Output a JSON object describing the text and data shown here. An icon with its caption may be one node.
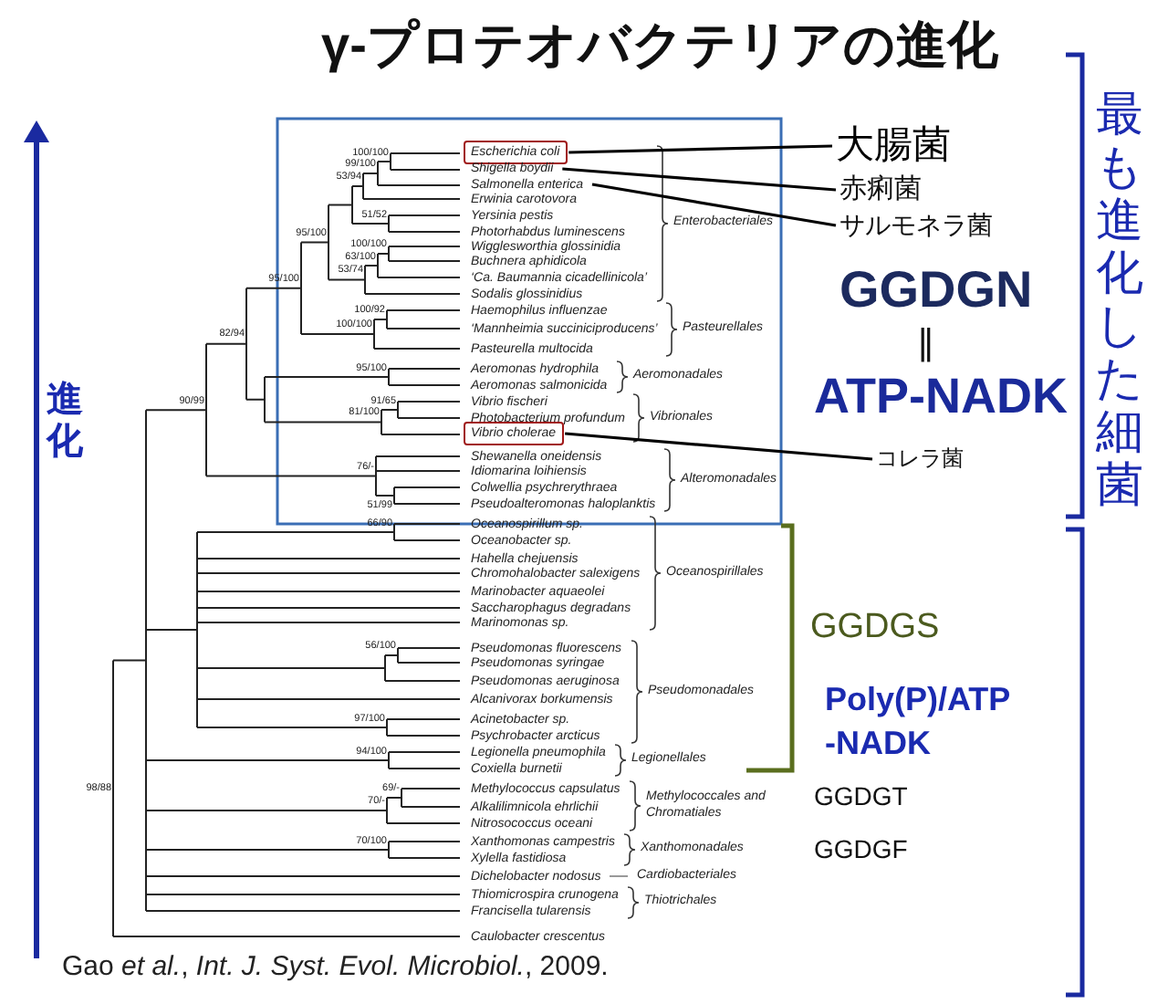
{
  "diagram": {
    "title": "γ-プロテオバクテリアの進化",
    "caption": "Gao *et al.*, *Int. J. Syst. Evol. Microbiol.*, 2009.",
    "nodes": [
      {
        "text": [
          "Escherichia coli"
        ]
      },
      {
        "text": [
          "Shigella boydii"
        ]
      },
      {
        "text": [
          "Salmonella enterica"
        ]
      },
      {
        "text": [
          "Vibrio cholerae"
        ]
      },
      {
        "text": [
          "大腸菌"
        ]
      },
      {
        "text": [
          "赤痢菌"
        ]
      },
      {
        "text": [
          "サルモネラ菌"
        ]
      },
      {
        "text": [
          "コレラ菌"
        ]
      }
    ],
    "edges": [
      {
        "from": 0,
        "to": 4,
        "arrow": "none"
      },
      {
        "from": 1,
        "to": 5,
        "arrow": "none"
      },
      {
        "from": 2,
        "to": 6,
        "arrow": "none"
      },
      {
        "from": 3,
        "to": 7,
        "arrow": "none"
      }
    ],
    "labels": [
      "Erwinia carotovora",
      "Yersinia pestis",
      "Photorhabdus luminescens",
      "Wigglesworthia glossinidia",
      "Buchnera aphidicola",
      "‘Ca. Baumannia cicadellinicola’",
      "Sodalis glossinidius",
      "Haemophilus influenzae",
      "‘Mannheimia succiniciproducens’",
      "Pasteurella multocida",
      "Aeromonas hydrophila",
      "Aeromonas salmonicida",
      "Vibrio fischeri",
      "Photobacterium profundum",
      "Shewanella oneidensis",
      "Idiomarina loihiensis",
      "Colwellia psychrerythraea",
      "Pseudoalteromonas haloplanktis",
      "Oceanospirillum sp.",
      "Oceanobacter sp.",
      "Hahella chejuensis",
      "Chromohalobacter salexigens",
      "Marinobacter aquaeolei",
      "Saccharophagus degradans",
      "Marinomonas sp.",
      "Pseudomonas fluorescens",
      "Pseudomonas syringae",
      "Pseudomonas aeruginosa",
      "Alcanivorax borkumensis",
      "Acinetobacter sp.",
      "Psychrobacter arcticus",
      "Legionella pneumophila",
      "Coxiella burnetii",
      "Methylococcus capsulatus",
      "Alkalilimnicola ehrlichii",
      "Nitrosococcus oceani",
      "Xanthomonas campestris",
      "Xylella fastidiosa",
      "Dichelobacter nodosus",
      "Thiomicrospira crunogena",
      "Francisella tularensis",
      "Caulobacter crescentus",
      "Enterobacteriales",
      "Pasteurellales",
      "Aeromonadales",
      "Vibrionales",
      "Alteromonadales",
      "Oceanospirillales",
      "Pseudomonadales",
      "Legionellales",
      "Methylococcales and Chromatiales",
      "Xanthomonadales",
      "Cardiobacteriales",
      "Thiotrichales",
      "100/100",
      "99/100",
      "53/94",
      "51/52",
      "95/100",
      "100/100",
      "63/100",
      "53/74",
      "95/100",
      "100/92",
      "100/100",
      "82/94",
      "95/100",
      "91/65",
      "81/100",
      "76/-",
      "51/99",
      "90/99",
      "98/88",
      "66/90",
      "56/100",
      "97/100",
      "94/100",
      "69/-",
      "70/-",
      "70/100",
      "GGDGN",
      "||",
      "ATP-NADK",
      "最も進化した細菌",
      "進化",
      "GGDGS",
      "Poly(P)/ATP -NADK",
      "GGDGT",
      "GGDGF"
    ]
  }
}
